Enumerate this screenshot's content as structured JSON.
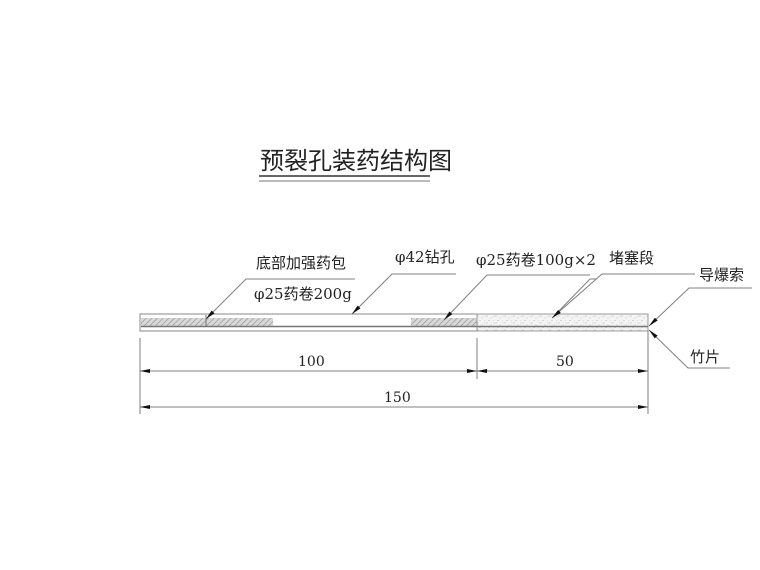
{
  "title": "预裂孔装药结构图",
  "labels": {
    "bottom_charge": "底部加强药包",
    "bottom_charge_spec": "φ25药卷200g",
    "borehole": "φ42钻孔",
    "column_charge": "φ25药卷100g×2",
    "stemming": "堵塞段",
    "detonating_cord": "导爆索",
    "bamboo_strip": "竹片"
  },
  "dimensions": {
    "charge_length": "100",
    "stemming_length": "50",
    "total_length": "150"
  },
  "colors": {
    "line": "#808080",
    "hatch": "#a0a0a0",
    "text": "#222222",
    "stemming_fill": "#f2f2f2"
  }
}
